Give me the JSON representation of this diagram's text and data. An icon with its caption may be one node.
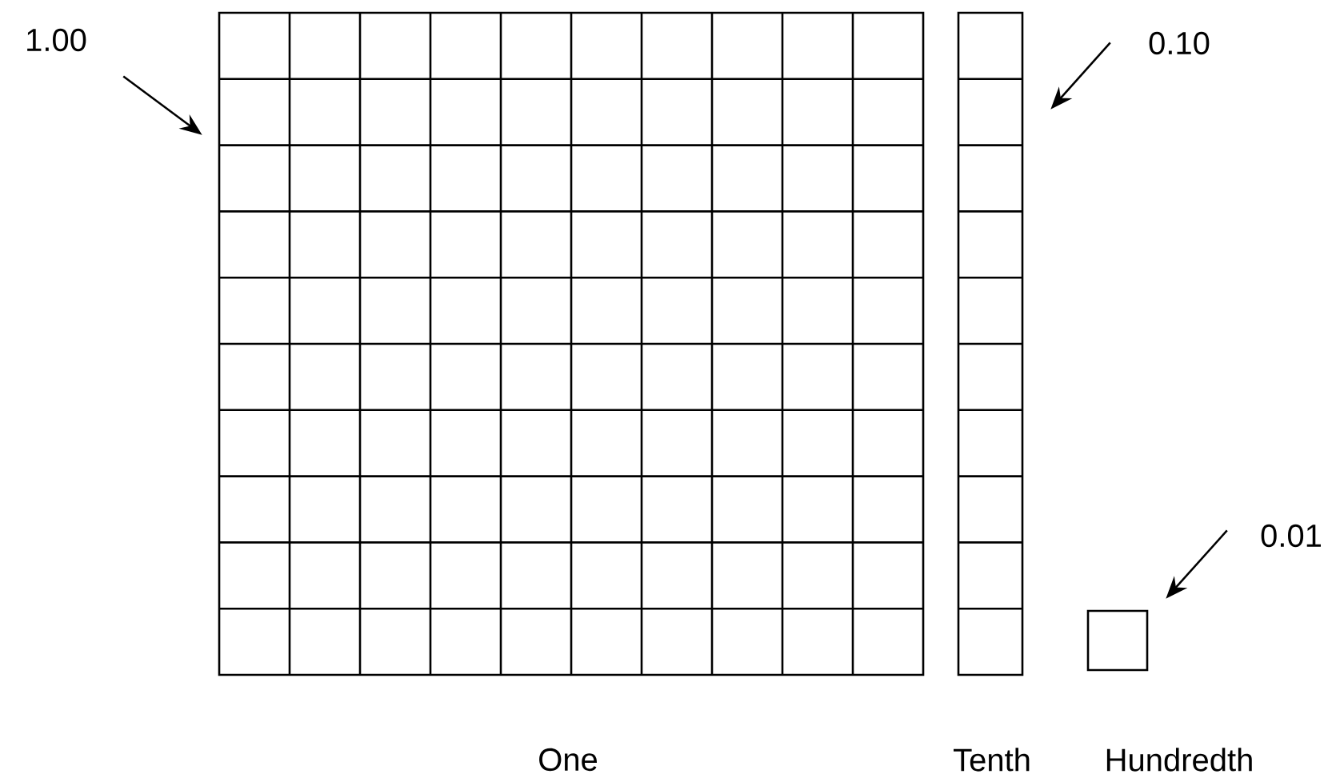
{
  "diagram": {
    "nodes": [
      {
        "text": [],
        "shape": "box",
        "beside": [
          "One"
        ]
      },
      {
        "text": [],
        "shape": "box",
        "beside": [
          "Tenth"
        ]
      },
      {
        "text": [],
        "shape": "box",
        "beside": [
          "Hundredth"
        ]
      },
      {
        "text": [
          "1.00"
        ]
      },
      {
        "text": [
          "0.10"
        ]
      },
      {
        "text": [
          "0.01"
        ]
      }
    ],
    "edges": [
      {
        "from": 3,
        "to": 0,
        "arrow": "to"
      },
      {
        "from": 4,
        "to": 1,
        "arrow": "to"
      },
      {
        "from": 5,
        "to": 2,
        "arrow": "to"
      }
    ]
  }
}
